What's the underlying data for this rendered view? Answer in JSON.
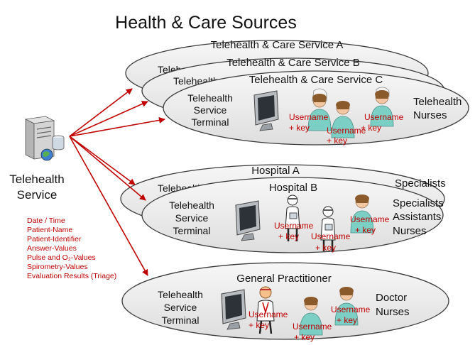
{
  "title": "Health & Care Sources",
  "telehealth_service": {
    "label_line1": "Telehealth",
    "label_line2": "Service"
  },
  "data_fields": [
    "Date / Time",
    "Patient-Name",
    "Patient-Identifier",
    "Answer-Values",
    "Pulse and O₂-Values",
    "Spirometry-Values",
    "Evaluation Results (Triage)"
  ],
  "telehealth_groups": {
    "service_a": "Telehealth & Care Service A",
    "service_b": "Telehealth & Care Service B",
    "service_c": "Telehealth & Care Service C",
    "terminal": [
      "Telehealth",
      "Service",
      "Terminal"
    ],
    "staff": [
      "Telehealth",
      "Nurses"
    ]
  },
  "hospitals": {
    "hospital_a": "Hospital A",
    "hospital_b": "Hospital B",
    "terminal": [
      "Telehealth",
      "Service",
      "Terminal"
    ],
    "staff": [
      "Specialists",
      "Assistants",
      "Nurses"
    ]
  },
  "gp": {
    "title": "General Practitioner",
    "terminal": [
      "Telehealth",
      "Service",
      "Terminal"
    ],
    "staff": [
      "Doctor",
      "Nurses"
    ]
  },
  "credential": {
    "line1": "Username",
    "line2": "+ key"
  },
  "colors": {
    "arrow": "#c00000",
    "ellipse_fill": "#eeeeee",
    "ellipse_stroke": "#3a3a3a",
    "text_red": "#c00000"
  }
}
